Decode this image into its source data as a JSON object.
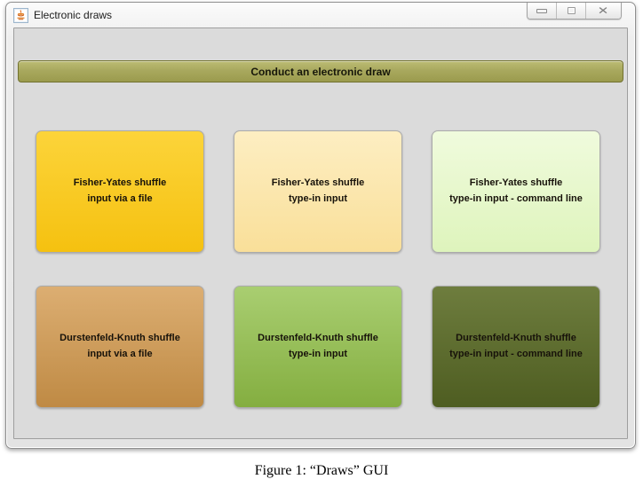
{
  "window": {
    "title": "Electronic draws",
    "icon": "java-coffee-cup",
    "controls": {
      "minimize": "minimize",
      "maximize": "maximize",
      "close": "close"
    }
  },
  "header": {
    "label": "Conduct an electronic draw"
  },
  "colors": {
    "panel_bg": "#dbdbdb",
    "header_top": "#bcbc74",
    "header_bottom": "#9b9b4d"
  },
  "buttons": [
    {
      "line1": "Fisher-Yates shuffle",
      "line2": "input via a file",
      "color_top": "#fcd43a",
      "color_bottom": "#f5c110"
    },
    {
      "line1": "Fisher-Yates shuffle",
      "line2": "type-in input",
      "color_top": "#fdeec2",
      "color_bottom": "#f9df99"
    },
    {
      "line1": "Fisher-Yates shuffle",
      "line2": "type-in input - command line",
      "color_top": "#f0fbdd",
      "color_bottom": "#def4bc"
    },
    {
      "line1": "Durstenfeld-Knuth shuffle",
      "line2": "input via a file",
      "color_top": "#dcae72",
      "color_bottom": "#bf8a44"
    },
    {
      "line1": "Durstenfeld-Knuth shuffle",
      "line2": "type-in input",
      "color_top": "#a9ce71",
      "color_bottom": "#84ae40"
    },
    {
      "line1": "Durstenfeld-Knuth shuffle",
      "line2": "type-in input - command line",
      "color_top": "#6e7d3e",
      "color_bottom": "#4e5d21"
    }
  ],
  "caption": "Figure 1: “Draws” GUI"
}
